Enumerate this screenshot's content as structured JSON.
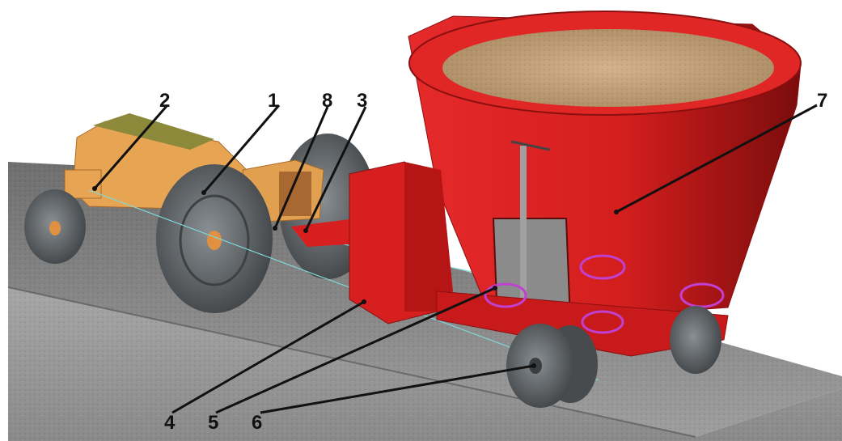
{
  "colors": {
    "tractor_body": "#e7a553",
    "tractor_roof": "#8c8a3a",
    "mixer_red": "#d81f1f",
    "tire": "#5a5f63",
    "hub": "#e09040",
    "road_top": "#8e8e8e",
    "road_side": "#9a9a9a",
    "feed": "#b89870",
    "magenta_part": "#c040d0",
    "cyan_line": "#7fd8d8"
  },
  "callouts": [
    {
      "id": "1",
      "label": "1"
    },
    {
      "id": "2",
      "label": "2"
    },
    {
      "id": "3",
      "label": "3"
    },
    {
      "id": "4",
      "label": "4"
    },
    {
      "id": "5",
      "label": "5"
    },
    {
      "id": "6",
      "label": "6"
    },
    {
      "id": "7",
      "label": "7"
    },
    {
      "id": "8",
      "label": "8"
    }
  ]
}
